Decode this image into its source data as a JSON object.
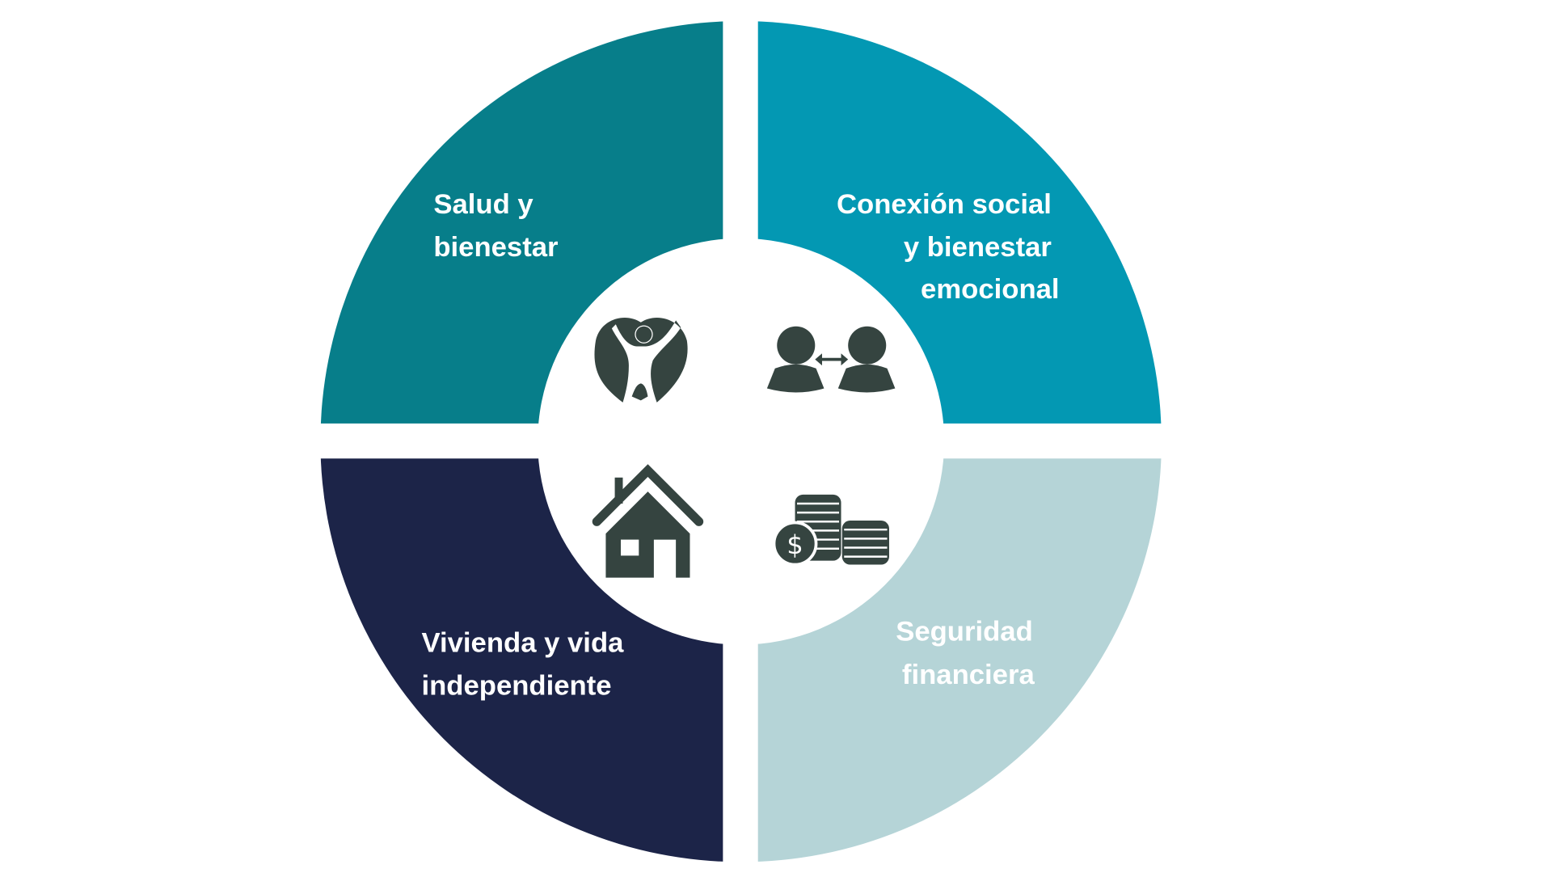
{
  "colors": {
    "salud": "#077e8a",
    "conexion": "#0398b3",
    "vivienda": "#1c2448",
    "seguridad": "#b5d4d7",
    "icon": "#354440"
  },
  "quadrants": [
    {
      "id": "salud",
      "lines": [
        "Salud y",
        "bienestar"
      ],
      "icon": "person-heart-icon"
    },
    {
      "id": "conexion",
      "lines": [
        "Conexión social",
        "y bienestar",
        "emocional"
      ],
      "icon": "two-people-icon"
    },
    {
      "id": "vivienda",
      "lines": [
        "Vivienda y vida",
        "independiente"
      ],
      "icon": "house-icon"
    },
    {
      "id": "seguridad",
      "lines": [
        "Seguridad",
        "financiera"
      ],
      "icon": "coins-icon"
    }
  ]
}
